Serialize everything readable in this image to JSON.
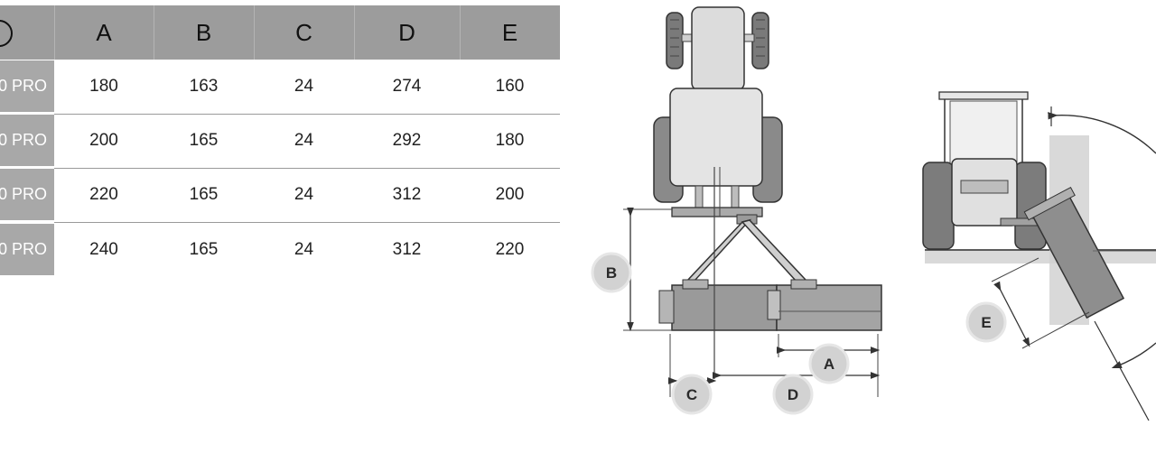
{
  "table": {
    "headers": [
      "A",
      "B",
      "C",
      "D",
      "E"
    ],
    "rows": [
      {
        "label": "0 PRO",
        "values": [
          "180",
          "163",
          "24",
          "274",
          "160"
        ]
      },
      {
        "label": "0 PRO",
        "values": [
          "200",
          "165",
          "24",
          "292",
          "180"
        ]
      },
      {
        "label": "0 PRO",
        "values": [
          "220",
          "165",
          "24",
          "312",
          "200"
        ]
      },
      {
        "label": "0 PRO",
        "values": [
          "240",
          "165",
          "24",
          "312",
          "220"
        ]
      }
    ]
  },
  "diagram": {
    "badges": {
      "a": "A",
      "b": "B",
      "c": "C",
      "d": "D",
      "e": "E"
    }
  }
}
